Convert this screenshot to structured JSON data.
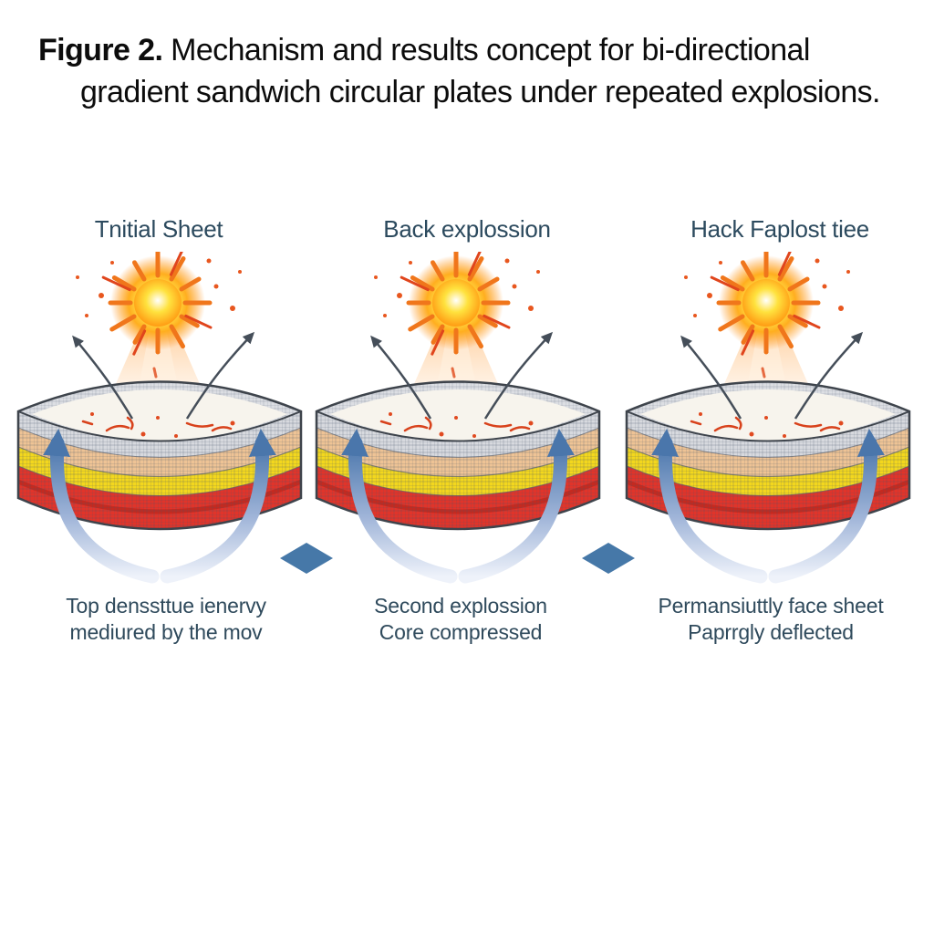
{
  "figure_title": {
    "label": "Figure 2.",
    "line1_rest": " Mechanism and results concept for bi-directional",
    "line2": "gradient sandwich circular plates under repeated explosions."
  },
  "panels": [
    {
      "label": "Tnitial Sheet",
      "caption_line1": "Top denssttue ienervy",
      "caption_line2": "mediured by the mov"
    },
    {
      "label": "Back explossion",
      "caption_line1": "Second explossion",
      "caption_line2": "Core compressed"
    },
    {
      "label": "Hack Faplost tiee",
      "caption_line1": "Permansiuttly face sheet",
      "caption_line2": "Paprrgly deflected"
    }
  ],
  "icons": {
    "explosion": "explosion-burst-icon",
    "plate": "sandwich-plate-cross-section",
    "blue_arrows": "rebound-arrows-icon",
    "dark_arrows": "shockwave-arrows-icon",
    "diamond": "flow-diamond-icon"
  },
  "colors": {
    "title_text": "#0c0c0c",
    "label_text": "#2c4a5e",
    "plate_top_face": "#f7f4ed",
    "layer_gray": "#d7d9de",
    "layer_tan": "#eec395",
    "layer_yellow": "#f3d71e",
    "layer_red": "#e1342a",
    "arrow_blue": "#4a76ab",
    "diamond_blue": "#4678a8",
    "explosion_orange": "#ff9b13",
    "explosion_red": "#e8481e"
  }
}
